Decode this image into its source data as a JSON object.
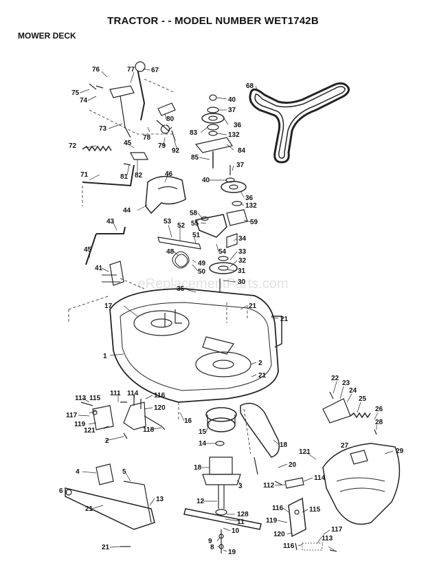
{
  "title": "TRACTOR - - MODEL NUMBER WET1742B",
  "subtitle": "MOWER DECK",
  "watermark": "eReplacementParts.com",
  "callouts": [
    "76",
    "77",
    "67",
    "75",
    "74",
    "73",
    "80",
    "78",
    "79",
    "92",
    "45",
    "72",
    "81",
    "82",
    "46",
    "71",
    "44",
    "43",
    "45",
    "41",
    "17",
    "40",
    "37",
    "36",
    "83",
    "132",
    "84",
    "85",
    "37",
    "40",
    "36",
    "58",
    "55",
    "132",
    "59",
    "53",
    "52",
    "51",
    "34",
    "48",
    "54",
    "33",
    "32",
    "49",
    "50",
    "31",
    "30",
    "35",
    "21",
    "21",
    "1",
    "2",
    "21",
    "68",
    "113",
    "111",
    "114",
    "116",
    "115",
    "120",
    "117",
    "119",
    "121",
    "118",
    "2",
    "16",
    "15",
    "14",
    "18",
    "20",
    "18",
    "3",
    "4",
    "5",
    "6",
    "21",
    "13",
    "12",
    "128",
    "11",
    "10",
    "9",
    "8",
    "19",
    "21",
    "22",
    "23",
    "24",
    "25",
    "26",
    "28",
    "27",
    "29",
    "121",
    "114",
    "112",
    "115",
    "116",
    "119",
    "117",
    "120",
    "113",
    "116"
  ]
}
